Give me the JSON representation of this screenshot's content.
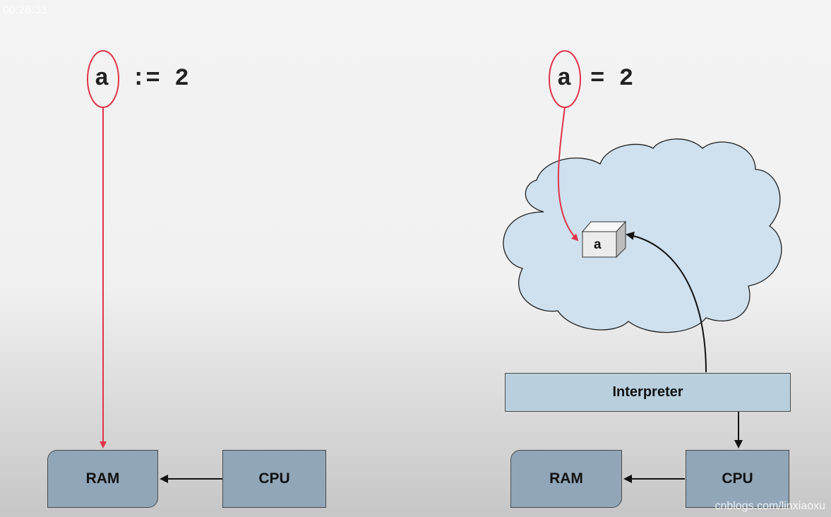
{
  "timestamp": "00:26:33",
  "left": {
    "code_var": "a",
    "code_op": ":= 2",
    "ram_label": "RAM",
    "cpu_label": "CPU"
  },
  "right": {
    "code_var": "a",
    "code_op": "= 2",
    "cube_label": "a",
    "interpreter_label": "Interpreter",
    "ram_label": "RAM",
    "cpu_label": "CPU"
  },
  "watermark": "cnblogs.com/linxiaoxu",
  "colors": {
    "box_fill": "#91a6b8",
    "interpreter_fill": "#b9cfde",
    "cloud_fill": "#cfe0ee",
    "pointer_red": "#e0334a",
    "arrow_black": "#111111"
  }
}
